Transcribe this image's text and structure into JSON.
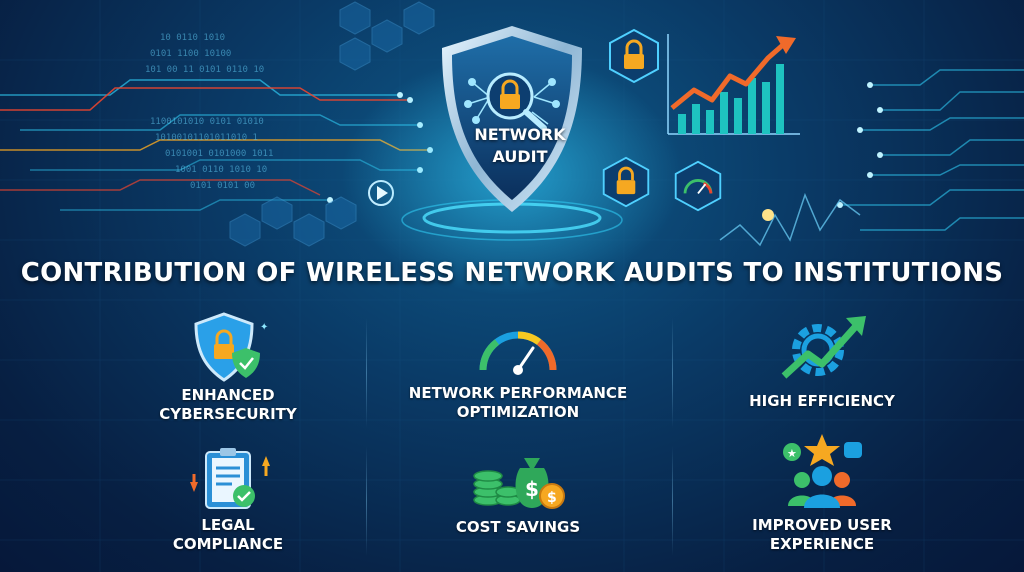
{
  "hero": {
    "badge_line1": "NETWORK",
    "badge_line2": "AUDIT",
    "title": "CONTRIBUTION OF WIRELESS NETWORK AUDITS TO INSTITUTIONS"
  },
  "features": [
    {
      "label_line1": "ENHANCED",
      "label_line2": "CYBERSECURITY",
      "icon": "shield-lock-icon"
    },
    {
      "label_line1": "NETWORK PERFORMANCE",
      "label_line2": "OPTIMIZATION",
      "icon": "speedometer-icon"
    },
    {
      "label_line1": "HIGH EFFICIENCY",
      "label_line2": "",
      "icon": "gear-arrow-icon"
    },
    {
      "label_line1": "LEGAL",
      "label_line2": "COMPLIANCE",
      "icon": "clipboard-check-icon"
    },
    {
      "label_line1": "COST SAVINGS",
      "label_line2": "",
      "icon": "money-bag-icon"
    },
    {
      "label_line1": "IMPROVED USER",
      "label_line2": "EXPERIENCE",
      "icon": "users-star-icon"
    }
  ],
  "colors": {
    "background": "#0a3a66",
    "accent_cyan": "#2ec8f0",
    "accent_orange": "#f6a821",
    "accent_green": "#3cc06a",
    "accent_red": "#e8452f"
  }
}
